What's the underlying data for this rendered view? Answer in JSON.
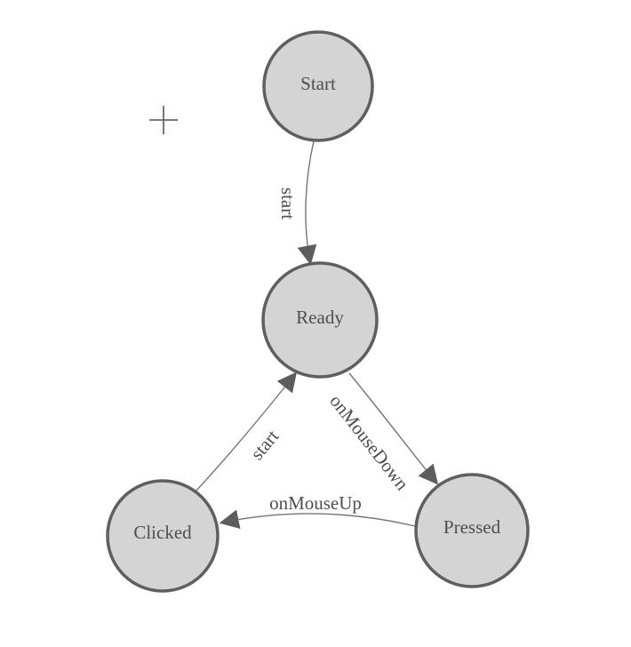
{
  "colors": {
    "canvas_bg": "#ffffff",
    "node_fill": "#d4d4d4",
    "node_stroke": "#5f5f5f",
    "edge_line": "#757575",
    "arrow_fill": "#5d5d5d",
    "label_text": "#4e4e4e",
    "plus_color": "#696969"
  },
  "nodes": [
    {
      "id": "start",
      "label": "Start"
    },
    {
      "id": "ready",
      "label": "Ready"
    },
    {
      "id": "clicked",
      "label": "Clicked"
    },
    {
      "id": "pressed",
      "label": "Pressed"
    }
  ],
  "edges": [
    {
      "from": "Start",
      "to": "Ready",
      "label": "start"
    },
    {
      "from": "Clicked",
      "to": "Ready",
      "label": "start"
    },
    {
      "from": "Ready",
      "to": "Pressed",
      "label": "onMouseDown"
    },
    {
      "from": "Pressed",
      "to": "Clicked",
      "label": "onMouseUp"
    }
  ],
  "icons": [
    {
      "name": "plus-marker"
    }
  ]
}
